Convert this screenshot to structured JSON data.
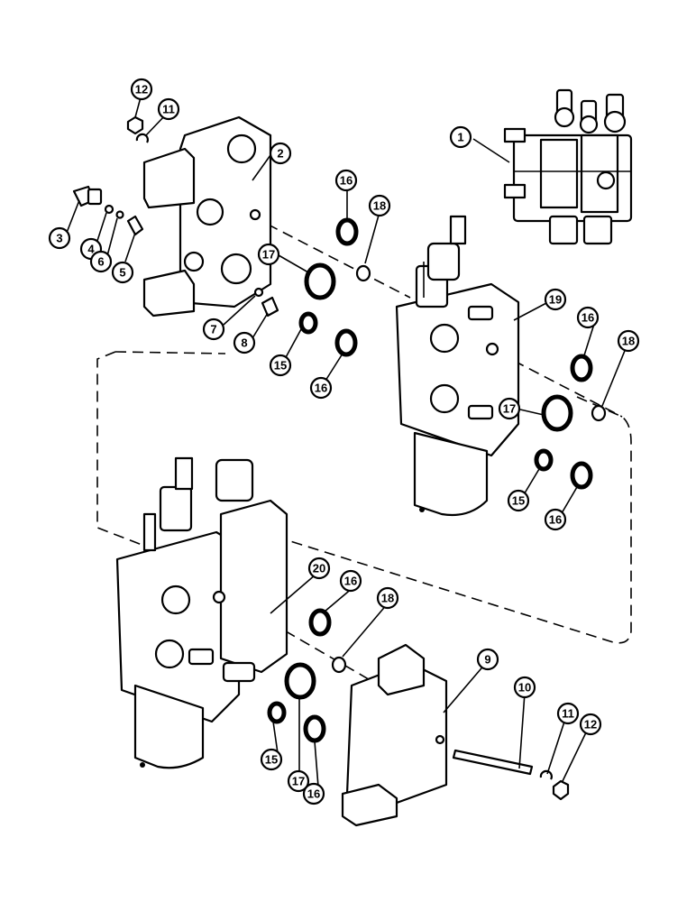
{
  "callouts": [
    {
      "id": "c1",
      "text": "1"
    },
    {
      "id": "c2",
      "text": "2"
    },
    {
      "id": "c3",
      "text": "3"
    },
    {
      "id": "c4",
      "text": "4"
    },
    {
      "id": "c5",
      "text": "5"
    },
    {
      "id": "c6",
      "text": "6"
    },
    {
      "id": "c7",
      "text": "7"
    },
    {
      "id": "c8",
      "text": "8"
    },
    {
      "id": "c9",
      "text": "9"
    },
    {
      "id": "c10",
      "text": "10"
    },
    {
      "id": "c11a",
      "text": "11"
    },
    {
      "id": "c11b",
      "text": "11"
    },
    {
      "id": "c12a",
      "text": "12"
    },
    {
      "id": "c12b",
      "text": "12"
    },
    {
      "id": "c15a",
      "text": "15"
    },
    {
      "id": "c15b",
      "text": "15"
    },
    {
      "id": "c15c",
      "text": "15"
    },
    {
      "id": "c16a",
      "text": "16"
    },
    {
      "id": "c16b",
      "text": "16"
    },
    {
      "id": "c16c",
      "text": "16"
    },
    {
      "id": "c16d",
      "text": "16"
    },
    {
      "id": "c16e",
      "text": "16"
    },
    {
      "id": "c16f",
      "text": "16"
    },
    {
      "id": "c17a",
      "text": "17"
    },
    {
      "id": "c17b",
      "text": "17"
    },
    {
      "id": "c17c",
      "text": "17"
    },
    {
      "id": "c18a",
      "text": "18"
    },
    {
      "id": "c18b",
      "text": "18"
    },
    {
      "id": "c18c",
      "text": "18"
    },
    {
      "id": "c19",
      "text": "19"
    },
    {
      "id": "c20",
      "text": "20"
    }
  ]
}
